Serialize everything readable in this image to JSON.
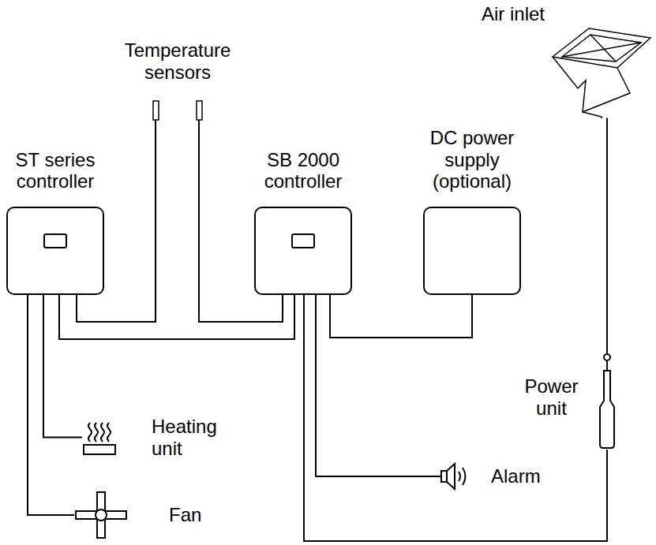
{
  "diagram": {
    "nodes": [
      {
        "text": [
          "ST series controller"
        ]
      },
      {
        "text": [
          "SB 2000 controller"
        ]
      },
      {
        "text": [
          "DC power supply (optional)"
        ]
      },
      {
        "text": [
          "Heating unit"
        ]
      },
      {
        "text": [
          "Fan"
        ]
      },
      {
        "text": [
          "Alarm"
        ]
      },
      {
        "text": [
          "Power unit"
        ]
      },
      {
        "text": [
          "Air inlet"
        ]
      }
    ],
    "edges": [
      {
        "from": 0,
        "to": 3,
        "arrow": "none"
      },
      {
        "from": 0,
        "to": 4,
        "arrow": "none"
      },
      {
        "from": 0,
        "to": 1,
        "arrow": "none"
      },
      {
        "from": 1,
        "to": 2,
        "arrow": "none"
      },
      {
        "from": 1,
        "to": 5,
        "arrow": "none"
      },
      {
        "from": 1,
        "to": 6,
        "arrow": "none"
      },
      {
        "from": 6,
        "to": 7,
        "arrow": "none"
      }
    ],
    "labels": [
      "Temperature sensors"
    ]
  }
}
